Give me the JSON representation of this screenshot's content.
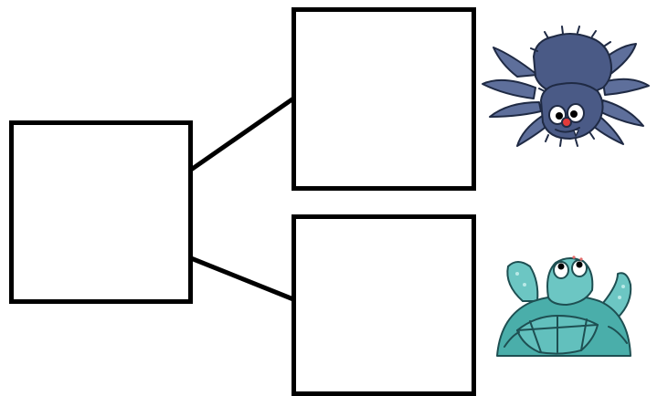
{
  "diagram": {
    "boxes": [
      {
        "id": "root",
        "text": ""
      },
      {
        "id": "top",
        "text": ""
      },
      {
        "id": "bottom",
        "text": ""
      }
    ],
    "pictures": [
      "spider-icon",
      "turtle-icon"
    ],
    "colors": {
      "stroke": "#000000",
      "spider_body": "#4a5a86",
      "spider_leg": "#5e6f9b",
      "turtle_body": "#6cc6c3",
      "turtle_shell": "#4aaeaa"
    }
  }
}
